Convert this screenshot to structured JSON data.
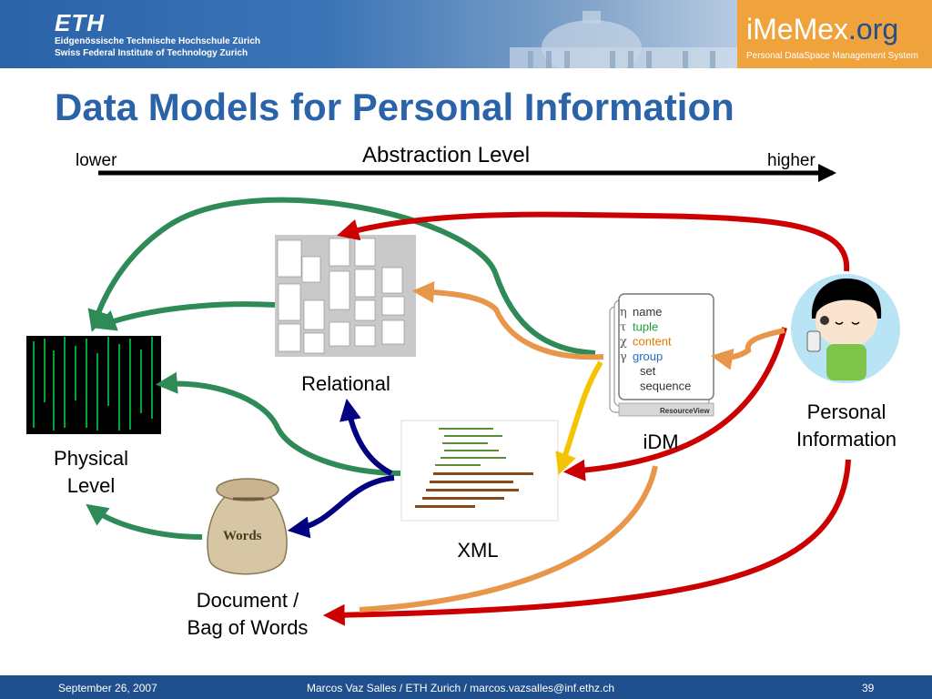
{
  "header": {
    "institution_logo": "ETH",
    "institution_line1": "Eidgenössische Technische Hochschule Zürich",
    "institution_line2": "Swiss Federal Institute of Technology Zurich",
    "project_name_main": "iMeMex",
    "project_name_suffix": ".org",
    "project_tagline": "Personal DataSpace Management System",
    "accent_color": "#f0a23c",
    "brand_color": "#2a63a8"
  },
  "slide": {
    "title": "Data Models for Personal Information",
    "axis": {
      "label": "Abstraction Level",
      "low": "lower",
      "high": "higher"
    },
    "nodes": {
      "physical": {
        "line1": "Physical",
        "line2": "Level"
      },
      "relational": {
        "label": "Relational"
      },
      "xml": {
        "label": "XML"
      },
      "document": {
        "line1": "Document /",
        "line2": "Bag of Words",
        "bag_text": "Words"
      },
      "idm": {
        "label": "iDM",
        "panel_title": "ResourceView",
        "components": [
          {
            "symbol": "η",
            "name": "name",
            "color": "#333333"
          },
          {
            "symbol": "τ",
            "name": "tuple",
            "color": "#1f9e3a"
          },
          {
            "symbol": "χ",
            "name": "content",
            "color": "#e07b00"
          },
          {
            "symbol": "γ",
            "name": "group",
            "color": "#1f6fc0"
          },
          {
            "symbol": "",
            "name": "set",
            "color": "#333333"
          },
          {
            "symbol": "",
            "name": "sequence",
            "color": "#333333"
          }
        ]
      },
      "personal": {
        "line1": "Personal",
        "line2": "Information"
      }
    },
    "arrow_colors": {
      "green": "#2e8b57",
      "red": "#cc0000",
      "orange": "#e8964a",
      "navy": "#000080",
      "yellow": "#f5c400"
    }
  },
  "footer": {
    "date": "September 26, 2007",
    "author": "Marcos Vaz Salles / ETH Zurich / marcos.vazsalles@inf.ethz.ch",
    "page": "39"
  }
}
